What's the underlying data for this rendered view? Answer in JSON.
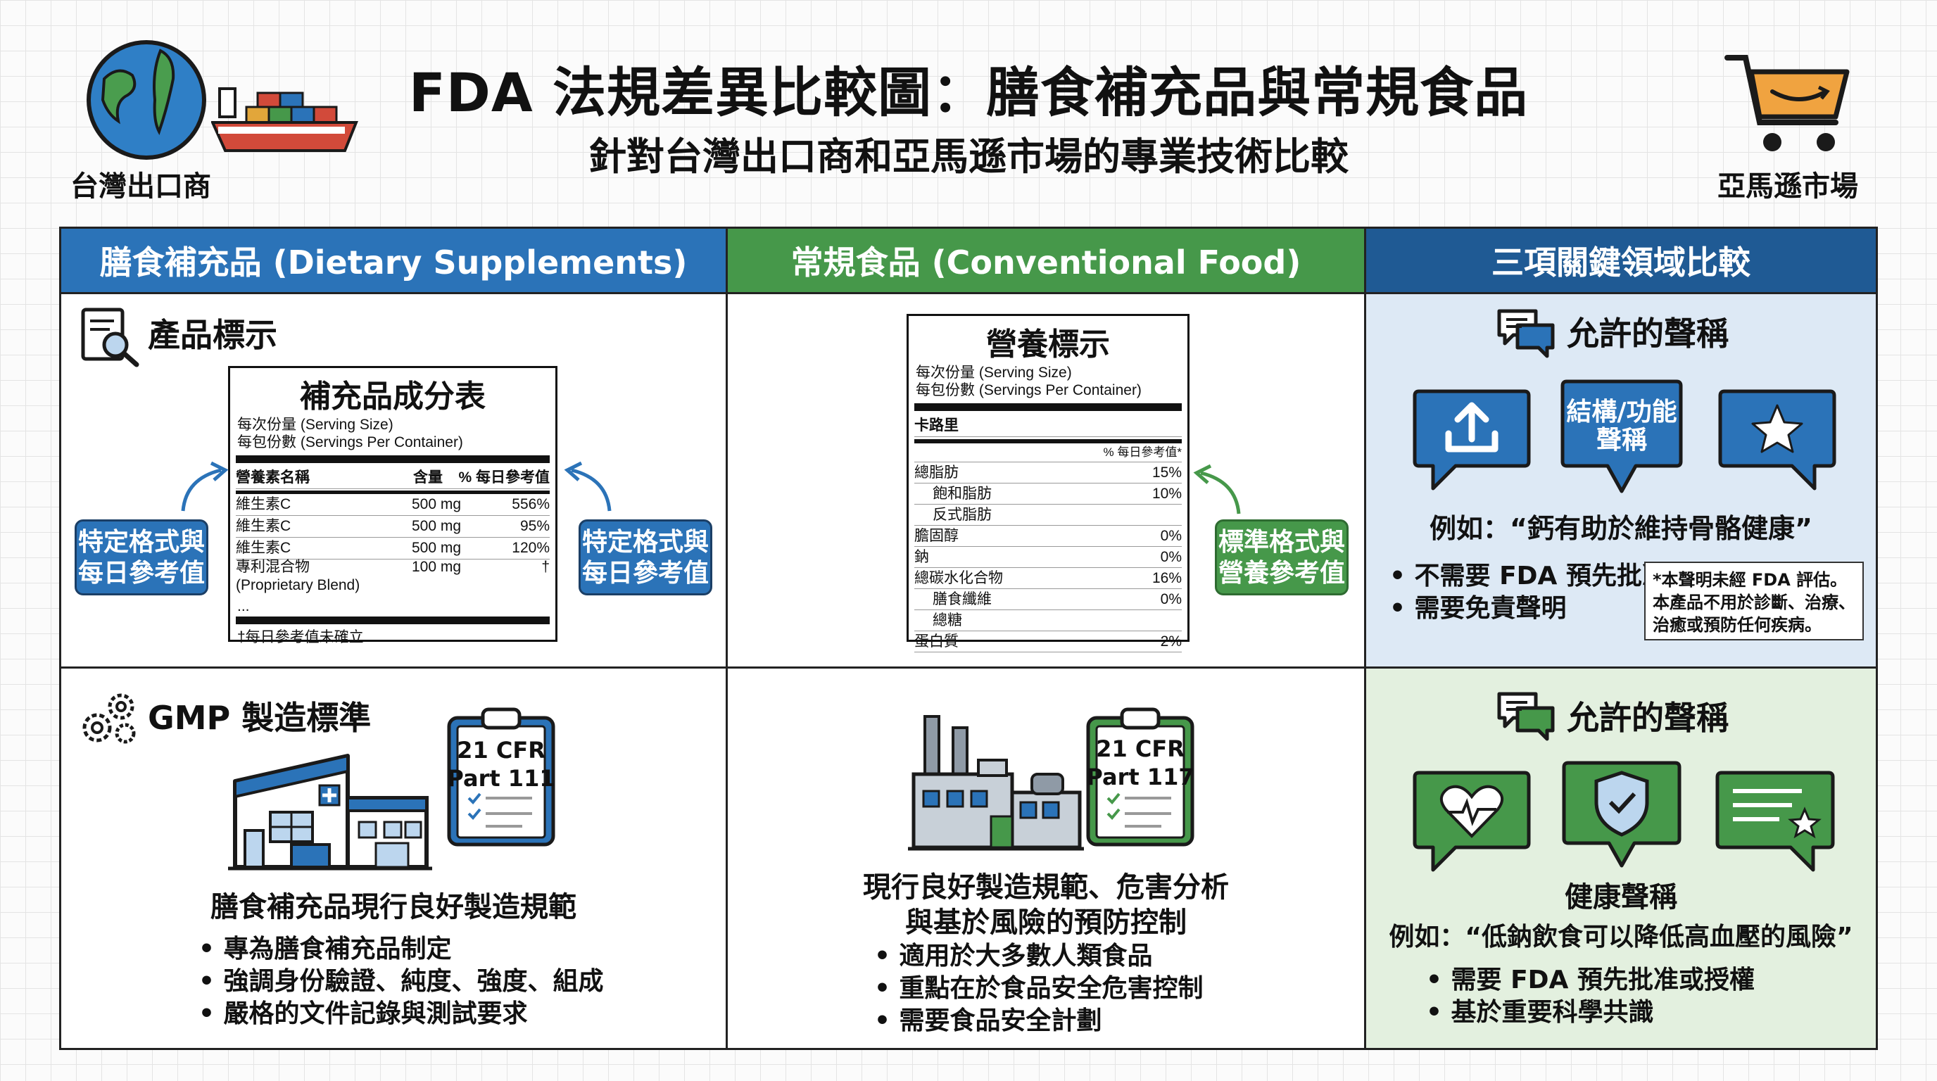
{
  "header": {
    "title": "FDA 法規差異比較圖：膳食補充品與常規食品",
    "subtitle": "針對台灣出口商和亞馬遜市場的專業技術比較",
    "left_label": "台灣出口商",
    "right_label": "亞馬遜市場"
  },
  "columns": {
    "col1": "膳食補充品 (Dietary Supplements)",
    "col2": "常規食品 (Conventional Food)",
    "col3": "三項關鍵領域比較"
  },
  "labeling": {
    "section_title": "產品標示",
    "supplement_facts": {
      "title": "補充品成分表",
      "serving_size": "每次份量 (Serving Size)",
      "servings_per_container": "每包份數 (Servings Per Container)",
      "col_name": "營養素名稱",
      "col_amount": "含量",
      "col_dv": "% 每日參考值",
      "rows": [
        {
          "name": "維生素C",
          "amount": "500 mg",
          "dv": "556%"
        },
        {
          "name": "維生素C",
          "amount": "500 mg",
          "dv": "95%"
        },
        {
          "name": "維生素C",
          "amount": "500 mg",
          "dv": "120%"
        }
      ],
      "blend_name": "專利混合物",
      "blend_name_en": "(Proprietary Blend)",
      "blend_amount": "100 mg",
      "blend_dv": "†",
      "ellipsis": "...",
      "footnote": "†每日參考值未確立"
    },
    "tag_left": "特定格式與\n每日參考值",
    "tag_right": "特定格式與\n每日參考值",
    "nutrition_facts": {
      "title": "營養標示",
      "serving_size": "每次份量 (Serving Size)",
      "servings_per_container": "每包份數 (Servings Per Container)",
      "calories": "卡路里",
      "dv_header": "% 每日參考值*",
      "rows": [
        {
          "name": "總脂肪",
          "dv": "15%",
          "indent": false
        },
        {
          "name": "飽和脂肪",
          "dv": "10%",
          "indent": true
        },
        {
          "name": "反式脂肪",
          "dv": "",
          "indent": true
        },
        {
          "name": "膽固醇",
          "dv": "0%",
          "indent": false
        },
        {
          "name": "鈉",
          "dv": "0%",
          "indent": false
        },
        {
          "name": "總碳水化合物",
          "dv": "16%",
          "indent": false
        },
        {
          "name": "膳食纖維",
          "dv": "0%",
          "indent": true
        },
        {
          "name": "總糖",
          "dv": "",
          "indent": true
        },
        {
          "name": "蛋白質",
          "dv": "2%",
          "indent": false
        }
      ]
    },
    "tag_food": "標準格式與\n營養參考值"
  },
  "gmp": {
    "section_title": "GMP 製造標準",
    "supplement_clipboard": "21 CFR\nPart 111",
    "supplement_caption": "膳食補充品現行良好製造規範",
    "supplement_bullets": [
      "專為膳食補充品制定",
      "強調身份驗證、純度、強度、組成",
      "嚴格的文件記錄與測試要求"
    ],
    "food_clipboard": "21 CFR\nPart 117",
    "food_caption_1": "現行良好製造規範、危害分析",
    "food_caption_2": "與基於風險的預防控制",
    "food_bullets": [
      "適用於大多數人類食品",
      "重點在於食品安全危害控制",
      "需要食品安全計劃"
    ]
  },
  "claims_supplement": {
    "title": "允許的聲稱",
    "bubble_center": "結構/功能\n聲稱",
    "example": "例如：“鈣有助於維持骨骼健康”",
    "bullets": [
      "不需要 FDA 預先批准",
      "需要免責聲明"
    ],
    "disclaimer": "*本聲明未經 FDA 評估。\n本產品不用於診斷、治療、\n治癒或預防任何疾病。"
  },
  "claims_food": {
    "title": "允許的聲稱",
    "label": "健康聲稱",
    "example": "例如：“低鈉飲食可以降低高血壓的風險”",
    "bullets": [
      "需要 FDA 預先批准或授權",
      "基於重要科學共識"
    ]
  },
  "colors": {
    "supplement_blue": "#2b73b8",
    "food_green": "#46984a",
    "comparison_navy": "#1f5a94"
  }
}
